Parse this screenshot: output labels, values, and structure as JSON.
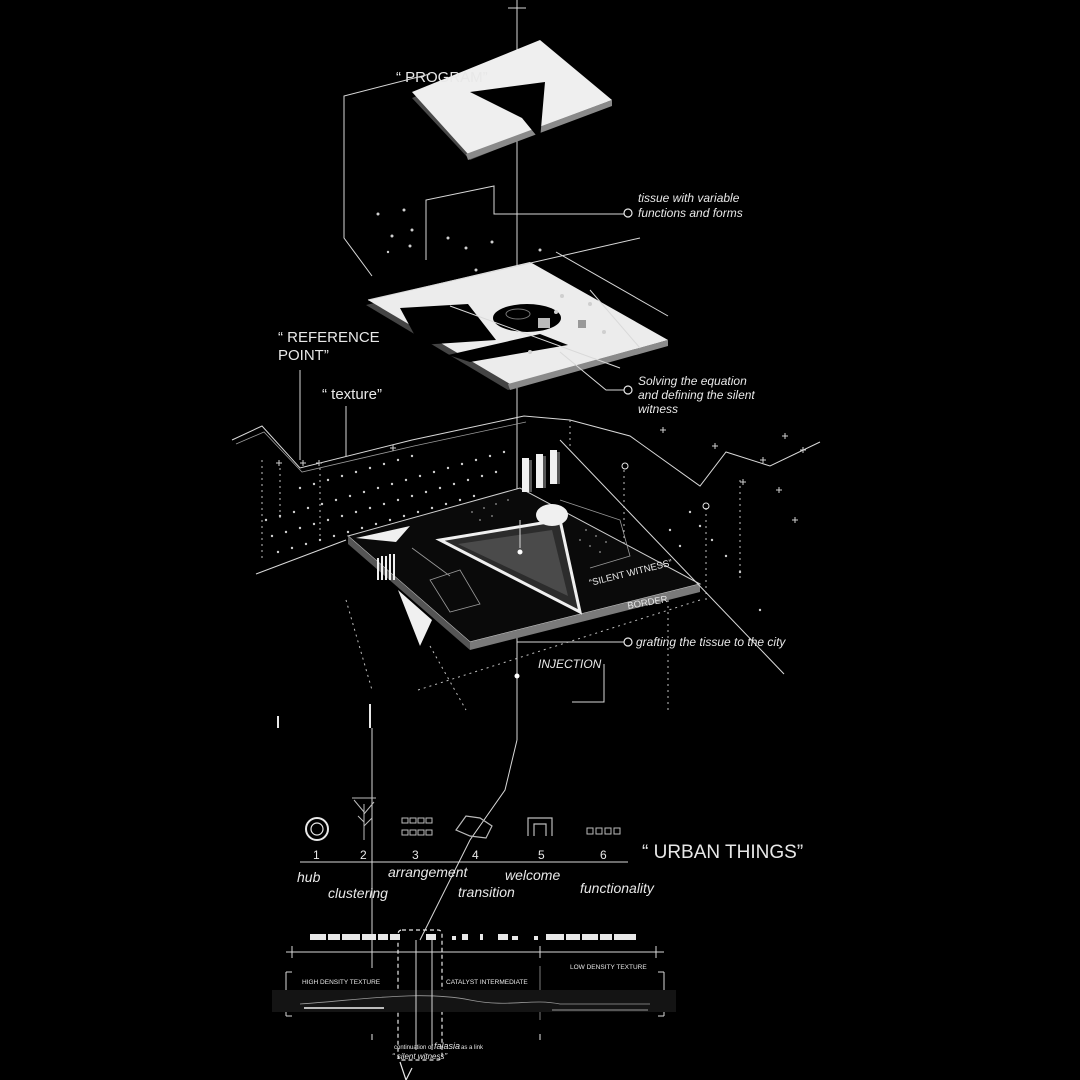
{
  "labels": {
    "program": "“ PROGRAM”",
    "tissue_line1": "tissue with variable",
    "tissue_line2": "functions and forms",
    "reference_line1": "“ REFERENCE",
    "reference_line2": "POINT”",
    "texture": "“ texture”",
    "solving_line1": "Solving the equation",
    "solving_line2": "and defining the silent",
    "solving_line3": "witness",
    "silent_witness": "“SILENT WITNESS”",
    "border": "BORDER",
    "grafting": "grafting the tissue to the city",
    "injection": "INJECTION",
    "urban_things": "“ URBAN THINGS”"
  },
  "urban_things": [
    {
      "number": "1",
      "name": "hub",
      "icon": "ring-icon"
    },
    {
      "number": "2",
      "name": "clustering",
      "icon": "tree-icon"
    },
    {
      "number": "3",
      "name": "arrangement",
      "icon": "grid-icon"
    },
    {
      "number": "4",
      "name": "transition",
      "icon": "blob-icon"
    },
    {
      "number": "5",
      "name": "welcome",
      "icon": "gate-icon"
    },
    {
      "number": "6",
      "name": "functionality",
      "icon": "blocks-icon"
    }
  ],
  "section": {
    "high_density": "HIGH DENSITY TEXTURE",
    "catalyst": "CATALYST INTERMEDIATE",
    "low_density": "LOW DENSITY TEXTURE",
    "caption_pre": "continuation of",
    "caption_falasia": "falasia",
    "caption_post": "as a link",
    "caption_silent": "“ silent witness”"
  },
  "colors": {
    "background": "#000000",
    "ink": "#e8e8e8",
    "plate": "#efefef"
  }
}
